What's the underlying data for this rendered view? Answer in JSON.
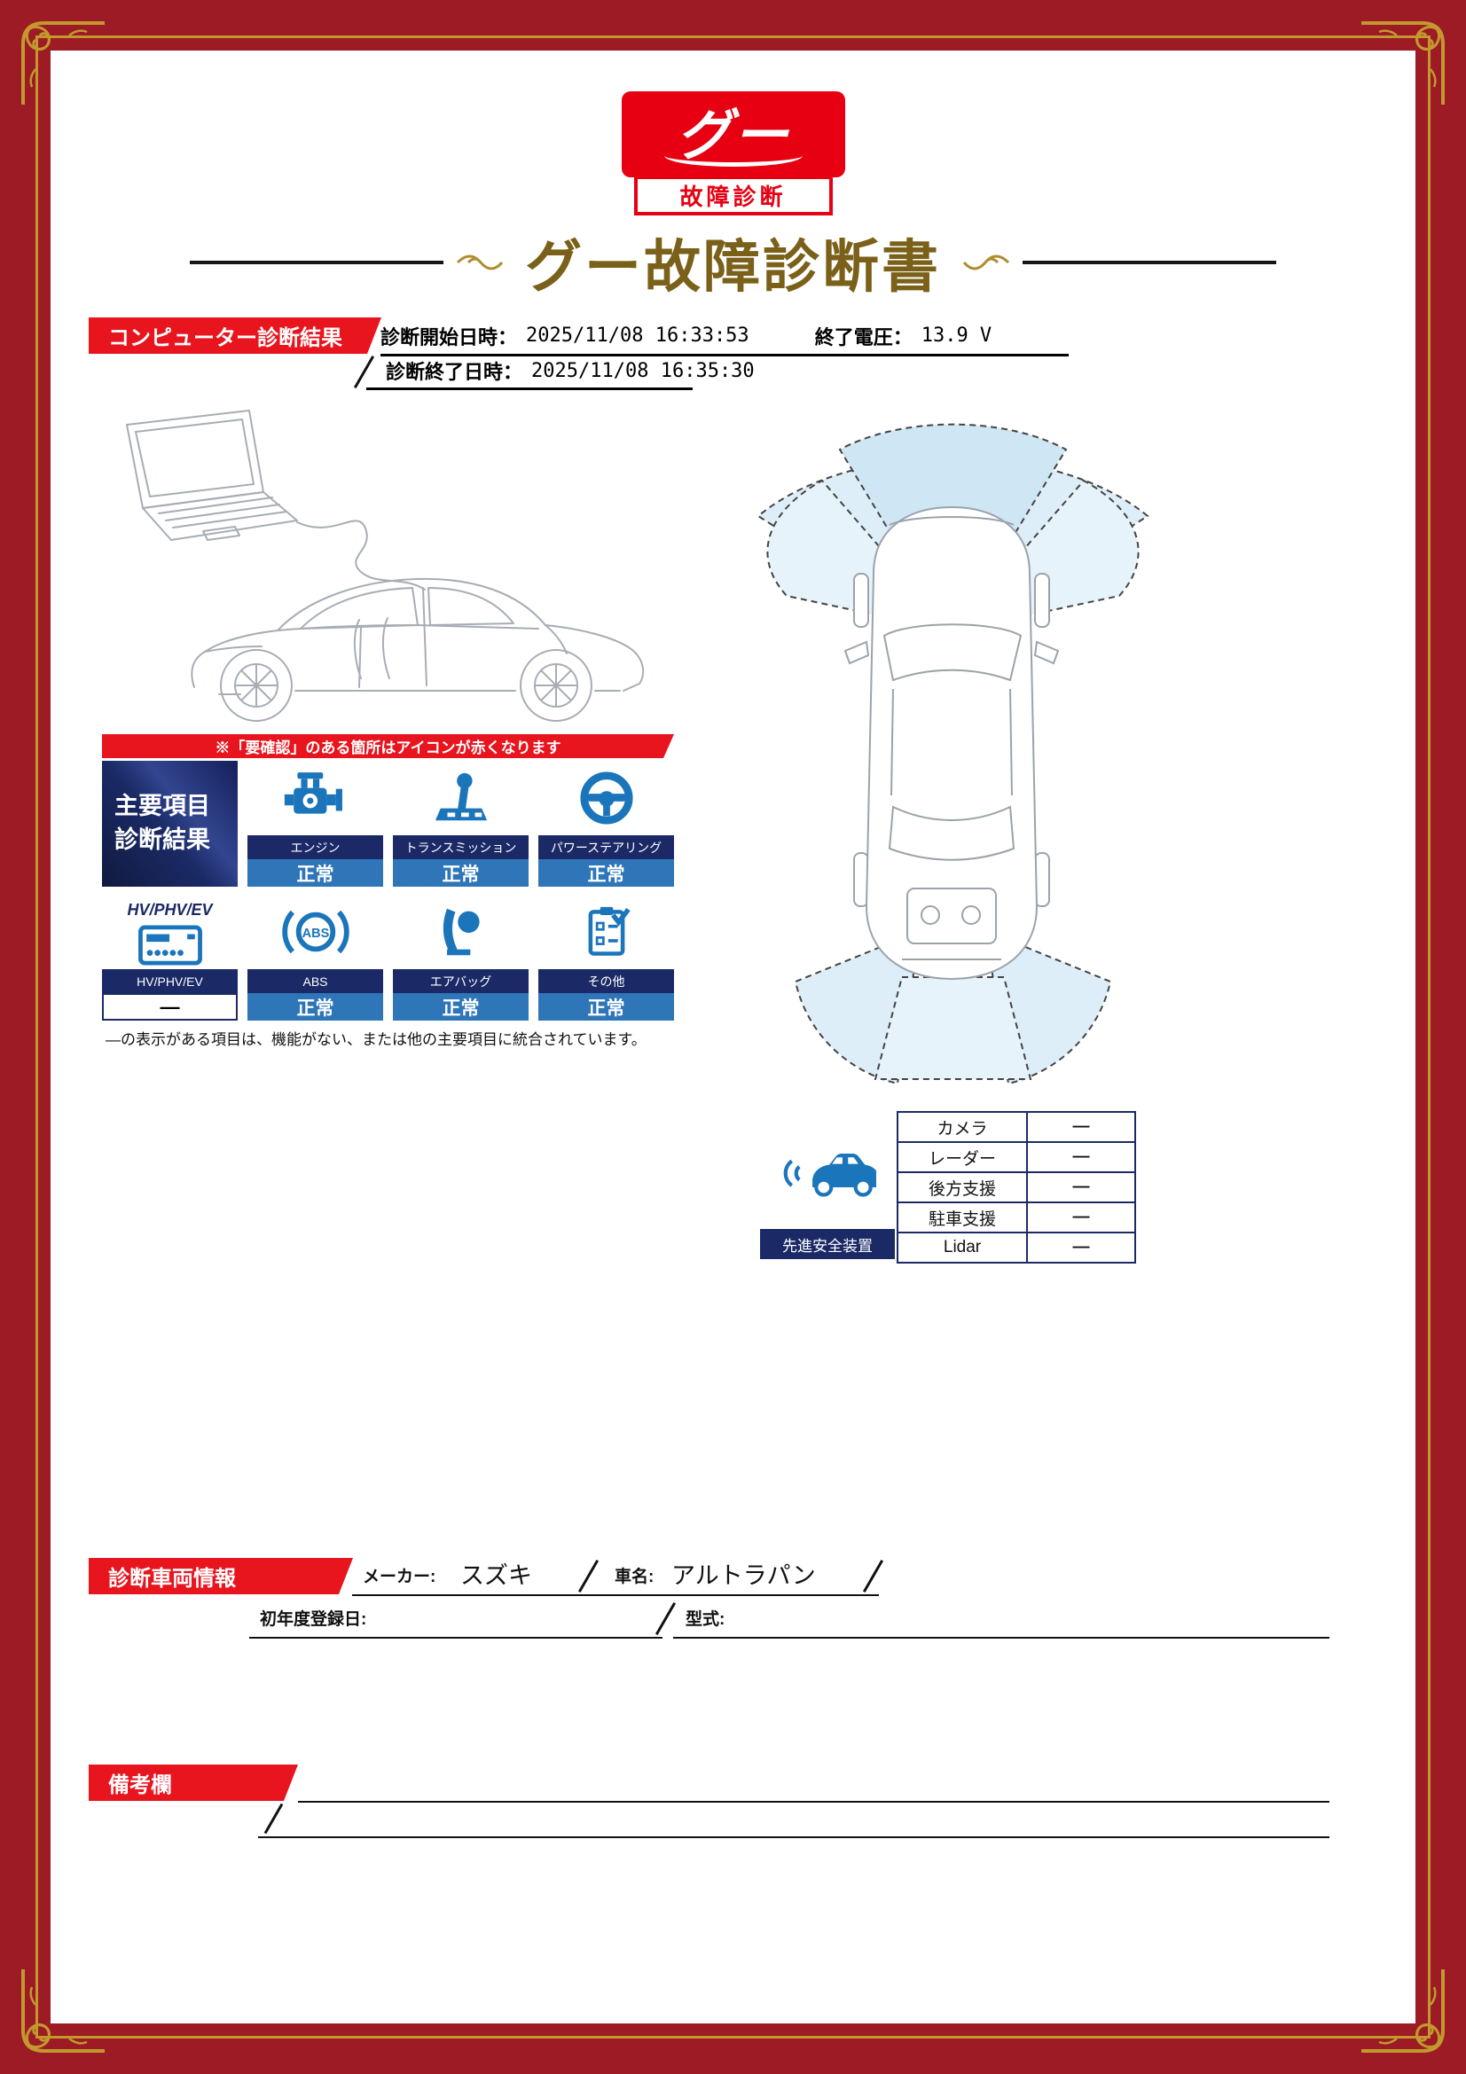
{
  "colors": {
    "frame_red": "#9c1b24",
    "brand_red": "#e60012",
    "banner_red": "#e8141e",
    "navy": "#1b2a66",
    "icon_blue": "#1b75bb",
    "status_blue": "#2e76b8",
    "gold": "#c3982f",
    "title_brown": "#7a6018"
  },
  "logo": {
    "brand": "グー",
    "subtitle": "故障診断"
  },
  "title": "グー故障診断書",
  "computer": {
    "section_title": "コンピューター診断結果",
    "start_label": "診断開始日時：",
    "start_value": "2025/11/08 16:33:53",
    "voltage_label": "終了電圧：",
    "voltage_value": "13.9 V",
    "end_label": "診断終了日時：",
    "end_value": "2025/11/08 16:35:30"
  },
  "diagnosis": {
    "alert_note": "※「要確認」のある箇所はアイコンが赤くなります",
    "summary_line1": "主要項目",
    "summary_line2": "診断結果",
    "hv_header": "HV/PHV/EV",
    "abs_icon_text": "ABS",
    "items": [
      {
        "name": "エンジン",
        "status": "正常",
        "icon": "engine-icon"
      },
      {
        "name": "トランスミッション",
        "status": "正常",
        "icon": "transmission-icon"
      },
      {
        "name": "パワーステアリング",
        "status": "正常",
        "icon": "steering-wheel-icon"
      },
      {
        "name": "HV/PHV/EV",
        "status": "—",
        "icon": "ev-unit-icon"
      },
      {
        "name": "ABS",
        "status": "正常",
        "icon": "abs-icon"
      },
      {
        "name": "エアバッグ",
        "status": "正常",
        "icon": "airbag-icon"
      },
      {
        "name": "その他",
        "status": "正常",
        "icon": "checklist-icon"
      }
    ],
    "footnote": "—の表示がある項目は、機能がない、または他の主要項目に統合されています。"
  },
  "safety": {
    "label": "先進安全装置",
    "icon": "car-sensor-icon",
    "rows": [
      {
        "name": "カメラ",
        "value": "—"
      },
      {
        "name": "レーダー",
        "value": "—"
      },
      {
        "name": "後方支援",
        "value": "—"
      },
      {
        "name": "駐車支援",
        "value": "—"
      },
      {
        "name": "Lidar",
        "value": "—"
      }
    ]
  },
  "vehicle": {
    "section_title": "診断車両情報",
    "maker_label": "メーカー:",
    "maker_value": "スズキ",
    "name_label": "車名:",
    "name_value": "アルトラパン",
    "first_reg_label": "初年度登録日:",
    "model_label": "型式:"
  },
  "remarks": {
    "section_title": "備考欄"
  }
}
